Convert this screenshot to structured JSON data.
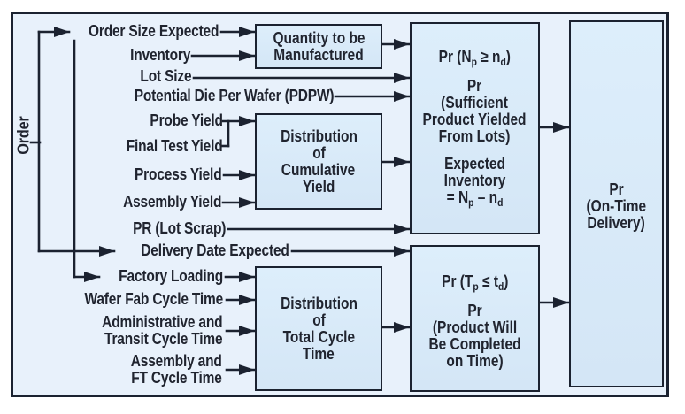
{
  "diagram": {
    "title_hint": "On-time delivery probability flow diagram",
    "rotated_label": "Order",
    "inputs": {
      "order_size": "Order Size Expected",
      "inventory": "Inventory",
      "lot_size": "Lot Size",
      "pdpw": "Potential Die Per Wafer (PDPW)",
      "probe_yield": "Probe Yield",
      "final_test_yield": "Final Test Yield",
      "process_yield": "Process Yield",
      "assembly_yield": "Assembly Yield",
      "pr_lot_scrap": "PR (Lot Scrap)",
      "delivery_date": "Delivery Date Expected",
      "factory_loading": "Factory Loading",
      "wafer_fab_ct": "Wafer Fab Cycle Time",
      "admin_transit_ct_1": "Administrative and",
      "admin_transit_ct_2": "Transit Cycle Time",
      "assembly_ft_ct_1": "Assembly and",
      "assembly_ft_ct_2": "FT Cycle Time"
    },
    "boxes": {
      "quantity": {
        "l1": "Quantity to be",
        "l2": "Manufactured"
      },
      "dist_yield": {
        "l1": "Distribution",
        "l2": "of",
        "l3": "Cumulative",
        "l4": "Yield"
      },
      "dist_cycle": {
        "l1": "Distribution",
        "l2": "of",
        "l3": "Total Cycle",
        "l4": "Time"
      },
      "pr_sufficient": {
        "formula": {
          "p1": "Pr (N",
          "s1": "p",
          "p2": " ≥ n",
          "s2": "d",
          "p3": ")"
        },
        "l1": "Pr",
        "l2": "(Sufficient",
        "l3": "Product Yielded",
        "l4": "From Lots)",
        "l5": "Expected",
        "l6": "Inventory",
        "eq": {
          "p1": "= N",
          "s1": "p",
          "p2": " – n",
          "s2": "d",
          "p3": ""
        }
      },
      "pr_completed": {
        "formula": {
          "p1": "Pr (T",
          "s1": "p",
          "p2": " ≤ t",
          "s2": "d",
          "p3": ")"
        },
        "l1": "Pr",
        "l2": "(Product Will",
        "l3": "Be Completed",
        "l4": "on Time)"
      },
      "pr_otd": {
        "l1": "Pr",
        "l2": "(On-Time",
        "l3": "Delivery)"
      }
    },
    "colors": {
      "frame_border": "#1b2230",
      "canvas_bg": "#e8f1fb",
      "box_fill": "#d7e9f8",
      "text": "#20242f"
    }
  }
}
